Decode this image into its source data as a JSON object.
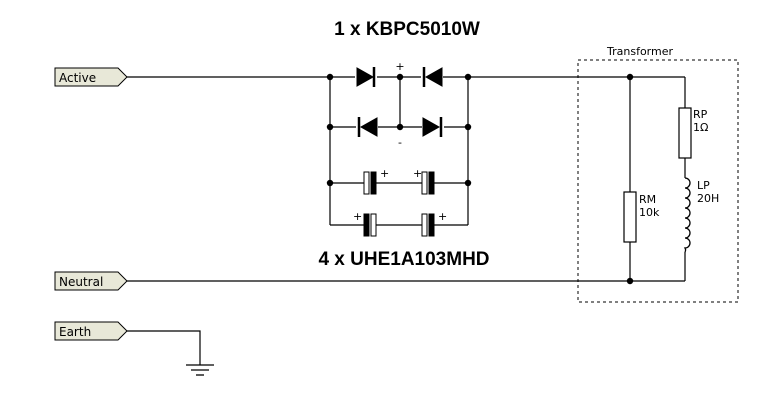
{
  "titles": {
    "bridge": "1 x KBPC5010W",
    "capacitors": "4 x UHE1A103MHD"
  },
  "ports": {
    "active": "Active",
    "neutral": "Neutral",
    "earth": "Earth"
  },
  "transformer": {
    "label": "Transformer",
    "rp_name": "RP",
    "rp_value": "1Ω",
    "lp_name": "LP",
    "lp_value": "20H",
    "rm_name": "RM",
    "rm_value": "10k"
  },
  "polarity": {
    "plus": "+",
    "minus": "-"
  },
  "colors": {
    "wire": "#000000",
    "port_fill": "#e8e8d8",
    "component_fill": "#ffffff"
  }
}
